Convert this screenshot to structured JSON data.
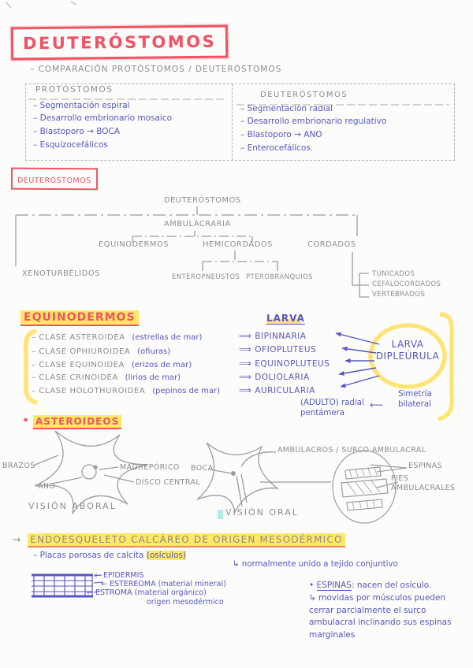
{
  "header": {
    "title": "DEUTERÓSTOMOS",
    "comparison": "– COMPARACIÓN PROTÓSTOMOS / DEUTERÓSTOMOS"
  },
  "table": {
    "left": {
      "header": "PROTÓSTOMOS",
      "items": [
        "– Segmentación espiral",
        "– Desarrollo embrionario mosaico",
        "– Blastoporo → BOCA",
        "– Esquizocefálicos"
      ]
    },
    "right": {
      "header": "DEUTERÓSTOMOS",
      "items": [
        "– Segmentación radial",
        "– Desarrollo embrionario regulativo",
        "– Blastoporo → ANO",
        "– Enterocefálicos."
      ]
    }
  },
  "section_label": "DEUTERÓSTOMOS",
  "tree": {
    "root": "DEUTERÓSTOMOS",
    "ambulacraria": "AMBULACRARIA",
    "xenoturbelidos": "XENOTURBÉLIDOS",
    "equinodermos": "EQUINODERMOS",
    "hemicordados": "HEMICORDADOS",
    "cordados": "CORDADOS",
    "enteropneustos": "ENTEROPNEUSTOS",
    "pterobranquios": "PTEROBRANQUIOS",
    "cordados_items": [
      "TUNICADOS",
      "CEFALOCORDADOS",
      "VERTEBRADOS"
    ]
  },
  "equinodermos": {
    "title": "EQUINODERMOS",
    "larva_heading": "LARVA",
    "arrow": "⟹",
    "classes": [
      {
        "name": "– CLASE ASTEROIDEA",
        "common": "(estrellas de mar)",
        "larva": "BIPINNARIA"
      },
      {
        "name": "– CLASE OPHIUROIDEA",
        "common": "(ofiuras)",
        "larva": "OFIOPLUTEUS"
      },
      {
        "name": "– CLASE EQUINOIDEA",
        "common": "(erizos de mar)",
        "larva": "EQUINOPLUTEUS"
      },
      {
        "name": "– CLASE CRINOIDEA",
        "common": "(lirios de mar)",
        "larva": "DOLIOLARIA"
      },
      {
        "name": "– CLASE HOLOTHUROIDEA",
        "common": "(pepinos de mar)",
        "larva": "AURICULARIA"
      }
    ],
    "circle_line1": "LARVA",
    "circle_line2": "DIPLEÚRULA",
    "adult": "(ADULTO) radial pentámera",
    "adult_arrow": "⟵",
    "symmetry": "Simetría bilateral"
  },
  "asteroideos": {
    "title": "ASTEROIDEOS",
    "bullet": "▪",
    "aboral": {
      "brazos": "BRAZOS",
      "madreporico": "MADREPÓRICO",
      "disco_central": "DISCO CENTRAL",
      "ano": "ANO",
      "caption": "VISIÓN ABORAL"
    },
    "oral": {
      "boca": "BOCA",
      "ambulacros": "AMBULACROS / SURCO AMBULACRAL",
      "caption": "VISIÓN ORAL",
      "espinas": "ESPINAS",
      "pies_ambulacrales": "PIES AMBULACRALES"
    }
  },
  "endoesqueleto": {
    "arrow": "→",
    "heading": "ENDOESQUELETO CALCÁREO DE ORIGEN MESODÉRMICO",
    "placas": "– Placas porosas de calcita",
    "osiculos": "(osículos)",
    "nota": "↳ normalmente unido a tejido conjuntivo",
    "layers": [
      "← EPIDERMIS",
      "← ESTEREOMA (material mineral)",
      "← ESTROMA (material orgánico)"
    ],
    "origen": "origen mesodérmico",
    "espinas": {
      "bullet": "•",
      "title": "ESPINAS",
      "intro": ": nacen del osículo.",
      "nota": "↳ movidas por músculos pueden cerrar parcialmente el surco ambulacral inclinando sus espinas marginales"
    }
  },
  "colors": {
    "red_marker": "#ef5365",
    "blue_pen": "#5656c4",
    "pencil_gray": "#8c8c8c",
    "highlight_yellow": "#ffe863",
    "highlight_cyan": "#b5e9ec"
  }
}
